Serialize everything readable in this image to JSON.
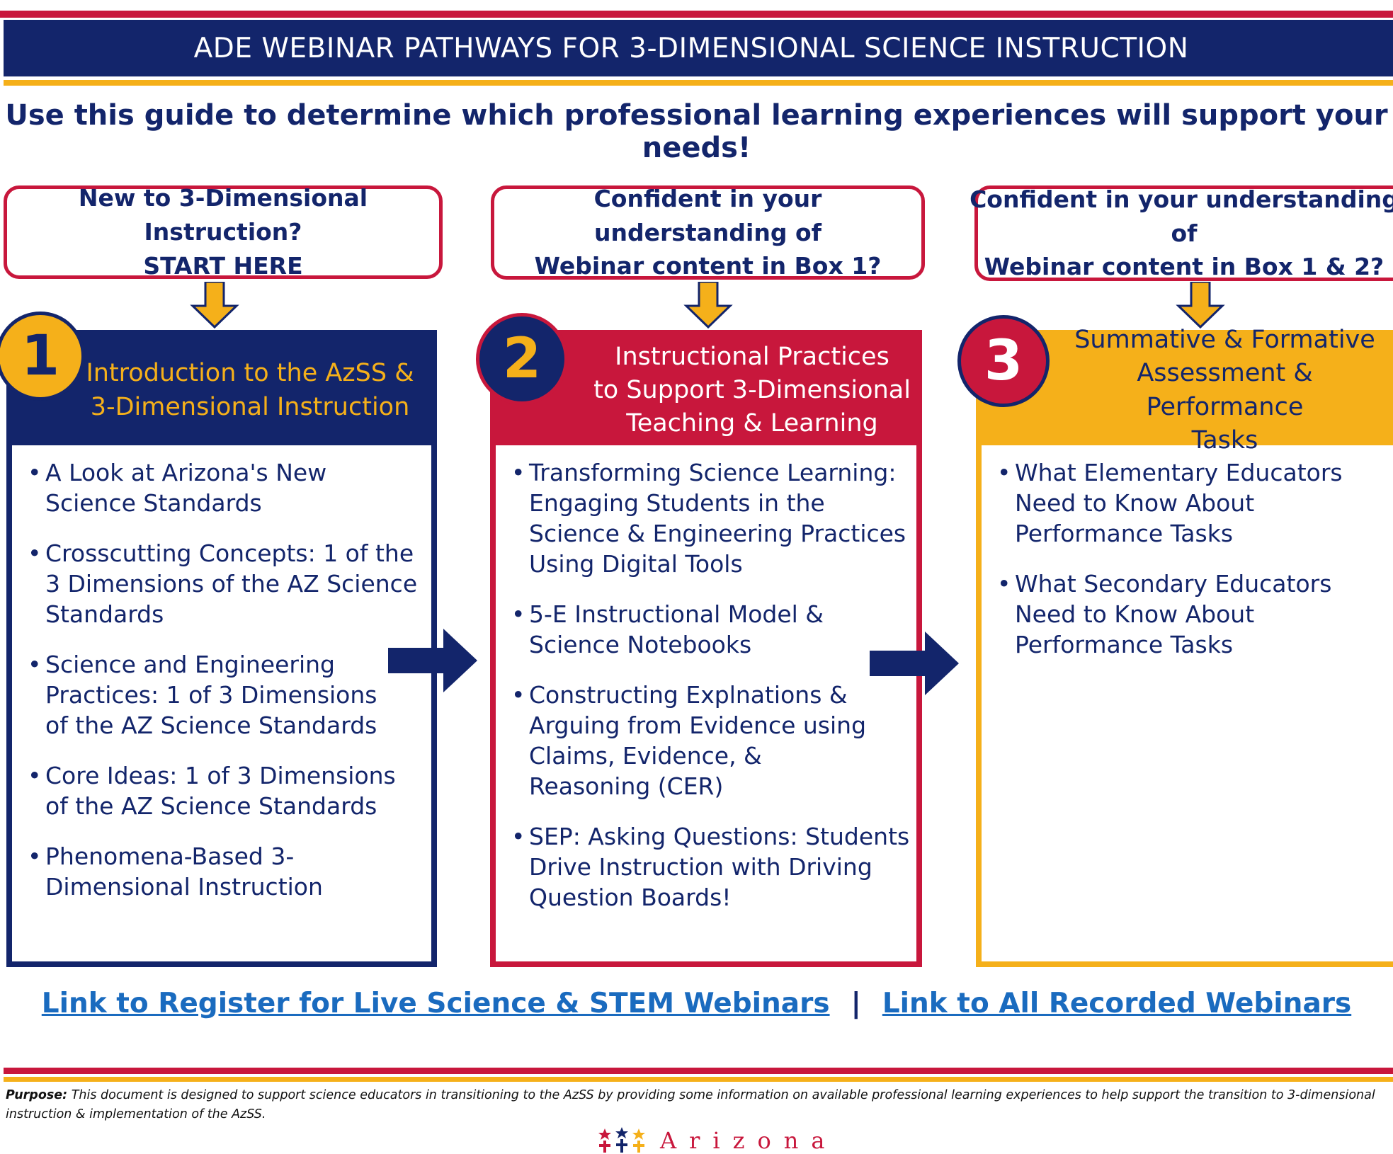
{
  "header": {
    "title": "ADE WEBINAR PATHWAYS FOR 3-DIMENSIONAL SCIENCE INSTRUCTION",
    "subtitle": "Use this guide to determine which professional learning experiences will support your needs!"
  },
  "questions": [
    {
      "line1": "New to 3-Dimensional Instruction?",
      "line2": "START HERE"
    },
    {
      "line1": "Confident in your understanding of",
      "line2": "Webinar content in Box 1?"
    },
    {
      "line1": "Confident in your understanding of",
      "line2": "Webinar content in Box 1 & 2?"
    }
  ],
  "panels": [
    {
      "number": "1",
      "title_lines": [
        "Introduction to the AzSS &",
        "3-Dimensional Instruction"
      ],
      "items": [
        "A Look at Arizona's New Science Standards",
        "Crosscutting Concepts: 1 of the 3 Dimensions of the AZ Science Standards",
        "Science and Engineering Practices: 1 of 3 Dimensions of the AZ Science Standards",
        "Core Ideas: 1 of 3 Dimensions of the AZ Science Standards",
        "Phenomena-Based 3-Dimensional Instruction"
      ]
    },
    {
      "number": "2",
      "title_lines": [
        "Instructional Practices",
        "to Support 3-Dimensional",
        "Teaching & Learning"
      ],
      "items": [
        "Transforming Science Learning: Engaging Students in the Science & Engineering Practices Using Digital Tools",
        "5-E Instructional Model & Science Notebooks",
        "Constructing Explnations & Arguing from Evidence using Claims, Evidence, & Reasoning (CER)",
        "SEP: Asking Questions: Students Drive Instruction with Driving Question Boards!"
      ]
    },
    {
      "number": "3",
      "title_lines": [
        "Summative & Formative",
        "Assessment & Performance",
        "Tasks"
      ],
      "items": [
        "What Elementary Educators Need to Know About Performance Tasks",
        "What Secondary Educators Need to Know About Performance Tasks"
      ]
    }
  ],
  "links": {
    "live": "Link to Register for Live Science & STEM Webinars",
    "separator": "|",
    "recorded": "Link to All Recorded Webinars"
  },
  "purpose": {
    "label": "Purpose:",
    "text": " This document is designed to support science educators in transitioning to the AzSS by providing some information on available professional learning experiences to help support the transition to  3-dimensional instruction & implementation of the AzSS."
  },
  "logo": {
    "text": "Arizona"
  },
  "colors": {
    "navy": "#13256b",
    "red": "#c8173c",
    "gold": "#f5b01a",
    "link": "#1a6bbf"
  }
}
